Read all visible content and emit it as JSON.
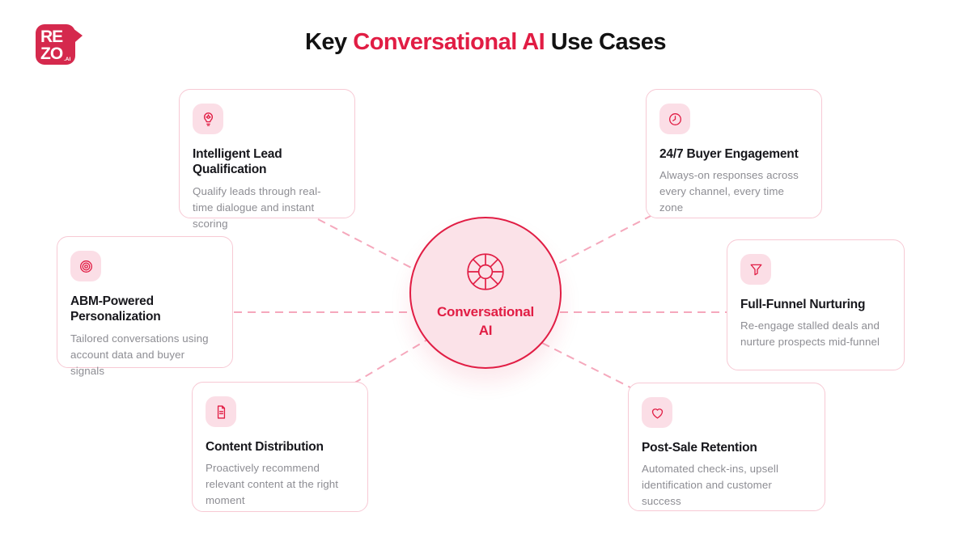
{
  "title": {
    "part1": "Key ",
    "part2": "Conversational AI",
    "part3": " Use Cases"
  },
  "logo": {
    "line1": "RE",
    "line2": "ZO",
    "suffix": ".AI"
  },
  "center": {
    "icon": "wheel-icon",
    "line1": "Conversational",
    "line2": "AI"
  },
  "colors": {
    "accent_red": "#E11D44",
    "logo_red": "#D5294D",
    "circle_fill": "#FBE2E8",
    "card_border": "#F7C9D4",
    "icon_tile_bg": "#FBDEE6",
    "connector_pink": "#F5A8BC",
    "heading_text": "#121212",
    "card_title_text": "#17171C",
    "card_desc_text": "#8D8D93"
  },
  "cards": [
    {
      "icon": "lightbulb-icon",
      "title": "Intelligent Lead Qualification",
      "description": "Qualify leads through real-time dialogue and instant scoring"
    },
    {
      "icon": "clock-icon",
      "title": "24/7 Buyer Engagement",
      "description": "Always-on responses across every channel, every time zone"
    },
    {
      "icon": "target-icon",
      "title": "ABM-Powered Personalization",
      "description": "Tailored conversations using account data and buyer signals"
    },
    {
      "icon": "funnel-icon",
      "title": "Full-Funnel Nurturing",
      "description": "Re-engage stalled deals and nurture prospects mid-funnel"
    },
    {
      "icon": "document-icon",
      "title": "Content Distribution",
      "description": "Proactively recommend relevant content at the right moment"
    },
    {
      "icon": "heart-icon",
      "title": "Post-Sale Retention",
      "description": "Automated check-ins, upsell identification and customer success"
    }
  ]
}
